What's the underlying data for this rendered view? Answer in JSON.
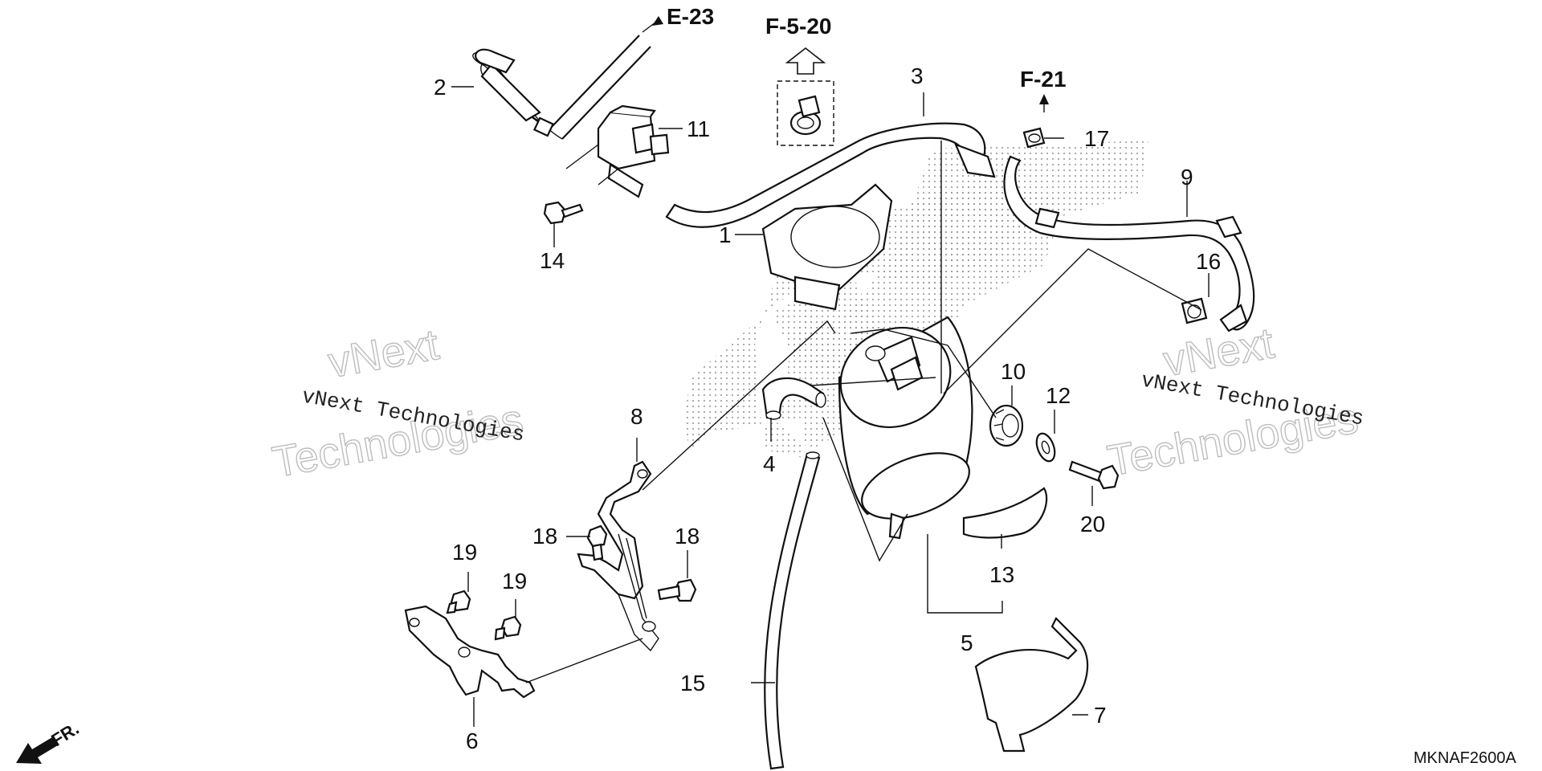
{
  "diagram_code": "MKNAF2600A",
  "front_marker": "FR.",
  "watermark": {
    "line1": "vNext",
    "line2": "Technologies",
    "caption": "vNext Technologies"
  },
  "references": [
    {
      "key": "e23",
      "label": "E-23"
    },
    {
      "key": "f520",
      "label": "F-5-20"
    },
    {
      "key": "f21",
      "label": "F-21"
    }
  ],
  "callouts": [
    "1",
    "2",
    "3",
    "4",
    "5",
    "6",
    "7",
    "8",
    "9",
    "10",
    "11",
    "12",
    "13",
    "14",
    "15",
    "16",
    "17",
    "18",
    "18",
    "19",
    "19",
    "20"
  ]
}
